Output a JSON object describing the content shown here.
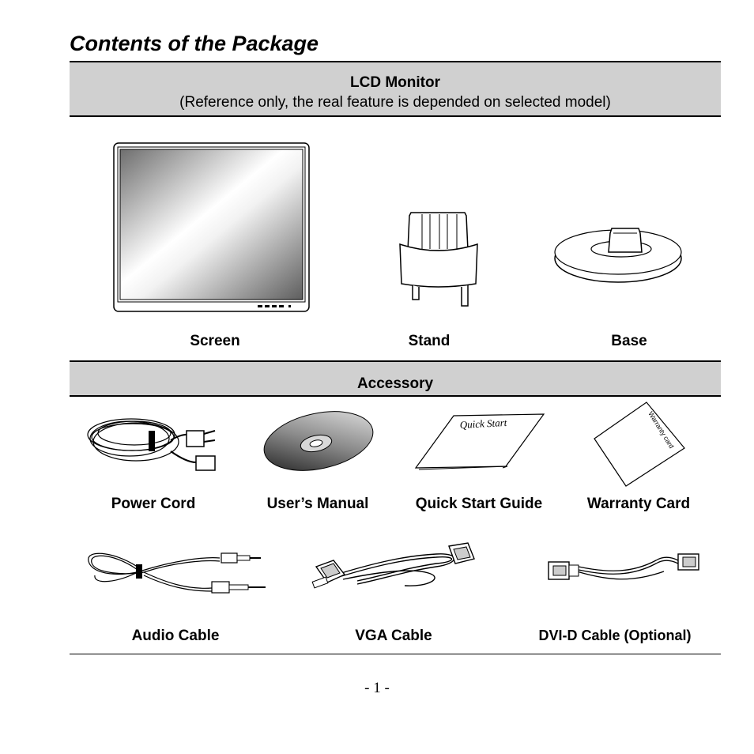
{
  "title": "Contents of the Package",
  "lcd_section": {
    "heading": "LCD Monitor",
    "note": "(Reference only, the real feature is depended on selected model)",
    "items": [
      "Screen",
      "Stand",
      "Base"
    ]
  },
  "accessory_section": {
    "heading": "Accessory",
    "row1": [
      "Power Cord",
      "User’s Manual",
      "Quick Start Guide",
      "Warranty Card"
    ],
    "row2": [
      "Audio Cable",
      "VGA Cable",
      "DVI-D Cable (Optional)"
    ]
  },
  "illustration_text": {
    "quick_start": "Quick Start",
    "warranty": "Warranty card"
  },
  "page_number": "- 1 -"
}
